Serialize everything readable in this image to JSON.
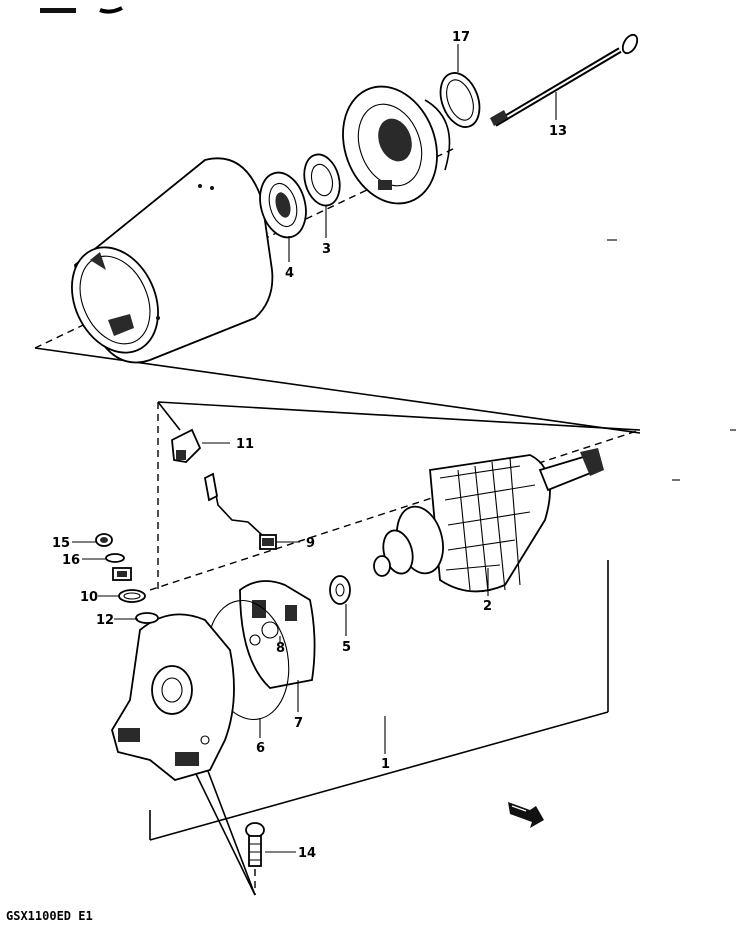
{
  "diagram": {
    "model_code": "GSX1100ED E1",
    "callouts": [
      "1",
      "2",
      "3",
      "4",
      "5",
      "6",
      "7",
      "8",
      "9",
      "10",
      "11",
      "12",
      "13",
      "14",
      "15",
      "16",
      "17"
    ]
  }
}
